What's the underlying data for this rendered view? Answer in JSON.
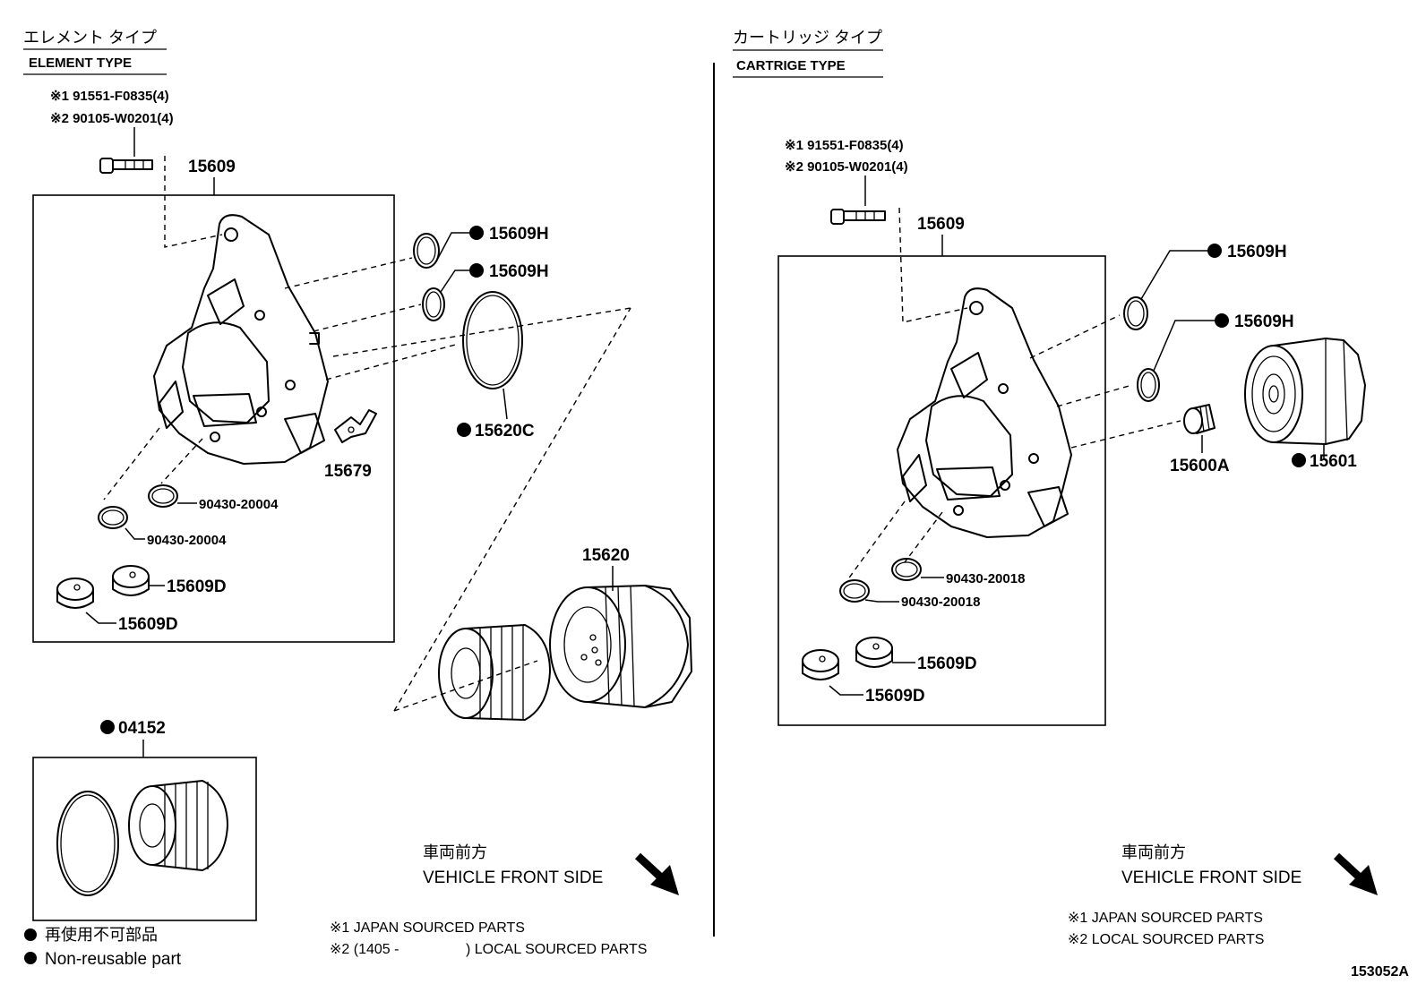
{
  "left_section": {
    "title_ja": "エレメント タイプ",
    "title_en": "ELEMENT TYPE",
    "bolt_note_1": "※1 91551-F0835(4)",
    "bolt_note_2": "※2 90105-W0201(4)",
    "parts": {
      "housing": "15609",
      "oring_upper": "15609H",
      "oring_lower": "15609H",
      "cap_gasket": "15620C",
      "drain_cock": "15679",
      "gasket_a": "90430-20004",
      "gasket_b": "90430-20004",
      "plug_a": "15609D",
      "plug_b": "15609D",
      "filter_cap": "15620",
      "element_kit": "04152"
    }
  },
  "right_section": {
    "title_ja": "カートリッジ タイプ",
    "title_en": "CARTRIGE TYPE",
    "bolt_note_1": "※1 91551-F0835(4)",
    "bolt_note_2": "※2 90105-W0201(4)",
    "parts": {
      "housing": "15609",
      "oring_upper": "15609H",
      "oring_lower": "15609H",
      "union": "15600A",
      "cartridge": "15601",
      "gasket_a": "90430-20018",
      "gasket_b": "90430-20018",
      "plug_a": "15609D",
      "plug_b": "15609D"
    }
  },
  "legend": {
    "line_ja": "再使用不可部品",
    "line_en": "Non-reusable part"
  },
  "front_left": {
    "ja": "車両前方",
    "en": "VEHICLE FRONT SIDE"
  },
  "front_right": {
    "ja": "車両前方",
    "en": "VEHICLE FRONT SIDE"
  },
  "notes_left": {
    "line1": "※1 JAPAN SOURCED PARTS",
    "line2_prefix": "※2 (1405  -",
    "line2_suffix": ") LOCAL SOURCED PARTS"
  },
  "notes_right": {
    "line1": "※1 JAPAN SOURCED PARTS",
    "line2": "※2 LOCAL SOURCED PARTS"
  },
  "diagram_id": "153052A"
}
